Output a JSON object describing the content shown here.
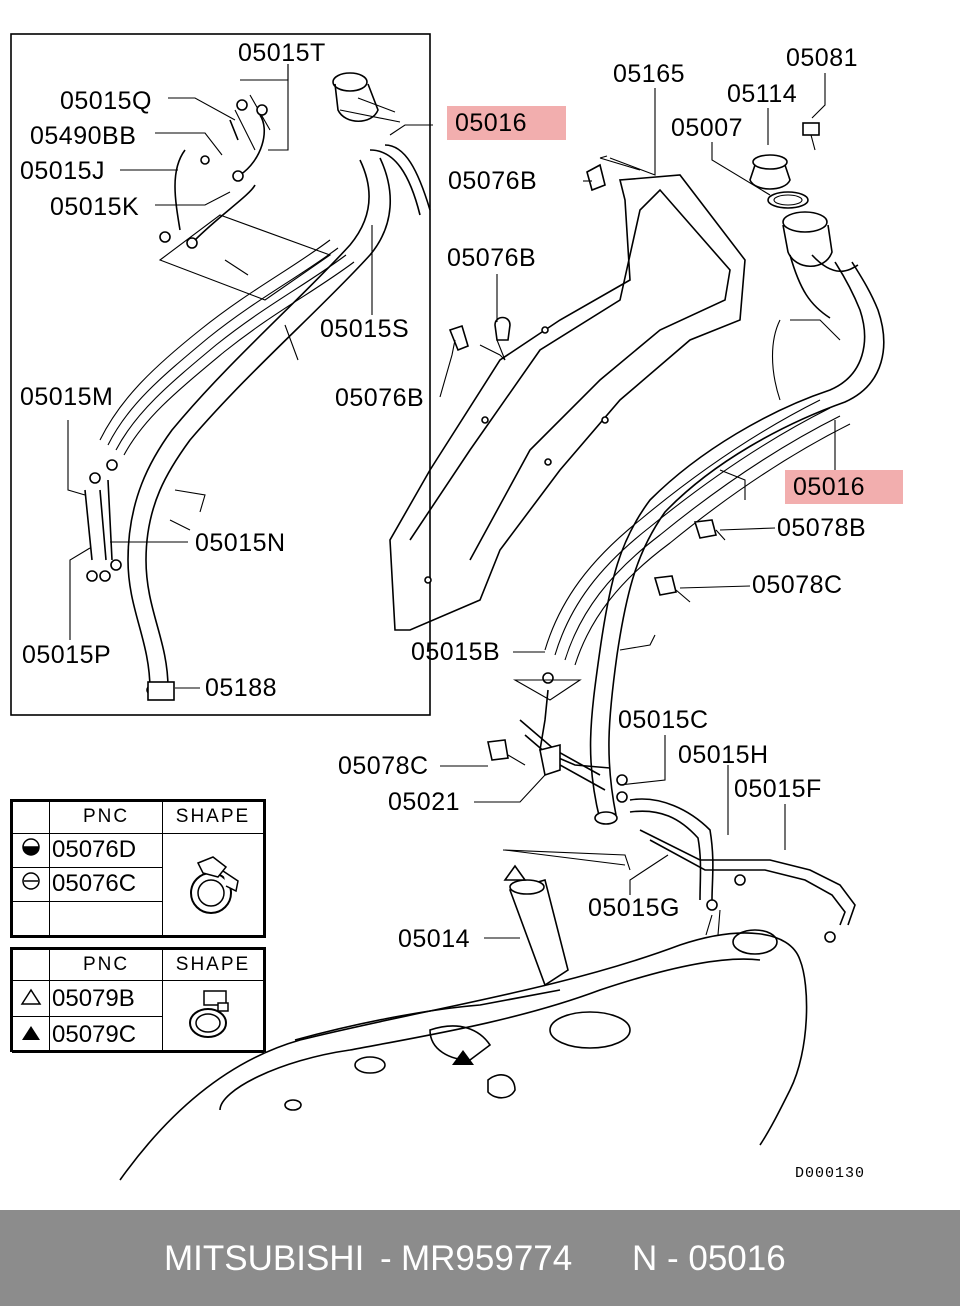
{
  "diagram": {
    "labels": {
      "p05015T": "05015T",
      "p05015Q": "05015Q",
      "p05490BB": "05490BB",
      "p05015J": "05015J",
      "p05015K": "05015K",
      "p05015S": "05015S",
      "p05015M": "05015M",
      "p05015N": "05015N",
      "p05015P": "05015P",
      "p05188": "05188",
      "p05016_top": "05016",
      "p05165": "05165",
      "p05114": "05114",
      "p05081": "05081",
      "p05007": "05007",
      "p05076B_1": "05076B",
      "p05076B_2": "05076B",
      "p05076B_3": "05076B",
      "p05016_right": "05016",
      "p05078B": "05078B",
      "p05078C_1": "05078C",
      "p05015B": "05015B",
      "p05015C": "05015C",
      "p05015H": "05015H",
      "p05015F": "05015F",
      "p05078C_2": "05078C",
      "p05021": "05021",
      "p05015G": "05015G",
      "p05014": "05014"
    },
    "code": "D000130",
    "highlight_color": "#f2aeae"
  },
  "legend1": {
    "col_pnc": "PNC",
    "col_shape": "SHAPE",
    "rows": [
      {
        "symbol": "half-filled-circle-icon",
        "pnc": "05076D"
      },
      {
        "symbol": "circle-minus-icon",
        "pnc": "05076C"
      }
    ]
  },
  "legend2": {
    "col_pnc": "PNC",
    "col_shape": "SHAPE",
    "rows": [
      {
        "symbol": "triangle-outline-icon",
        "pnc": "05079B"
      },
      {
        "symbol": "triangle-filled-icon",
        "pnc": "05079C"
      }
    ]
  },
  "footer": {
    "brand": "MITSUBISHI",
    "part_number": "MR959774",
    "ref": "N - 05016",
    "background": "#8c8c8c"
  }
}
